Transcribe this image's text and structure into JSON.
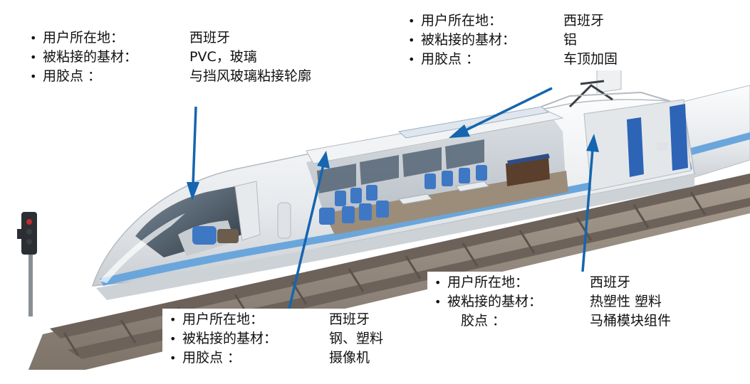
{
  "colors": {
    "arrow": "#1565b0",
    "train_body": "#eceef0",
    "train_stripe": "#6aa6dc",
    "interior_seat": "#3e78c4",
    "floor": "#9b8d7a",
    "track_bed": "#8d8277"
  },
  "callouts": {
    "cockpit": {
      "rows": [
        {
          "bullet": "•",
          "key": "用户所在地：",
          "value": "西班牙"
        },
        {
          "bullet": "•",
          "key": "被粘接的基材：",
          "value": "PVC，玻璃"
        },
        {
          "bullet": "•",
          "key": "用胶点 ：",
          "value": "与挡风玻璃粘接轮廓"
        }
      ]
    },
    "roof": {
      "rows": [
        {
          "bullet": "•",
          "key": "用户所在地：",
          "value": "西班牙"
        },
        {
          "bullet": "•",
          "key": "被粘接的基材：",
          "value": "铝"
        },
        {
          "bullet": "•",
          "key": "用胶点 ：",
          "value": "车顶加固"
        }
      ]
    },
    "toilet": {
      "rows": [
        {
          "bullet": "•",
          "key": "用户所在地：",
          "value": "西班牙"
        },
        {
          "bullet": "•",
          "key": "被粘接的基材：",
          "value": "热塑性 塑料"
        },
        {
          "bullet": "•",
          "key": "用胶点 ：",
          "value": "马桶模块组件"
        }
      ]
    },
    "camera": {
      "rows": [
        {
          "bullet": "•",
          "key": "用户所在地：",
          "value": "西班牙"
        },
        {
          "bullet": "•",
          "key": "被粘接的基材：",
          "value": "钢、塑料"
        },
        {
          "bullet": "•",
          "key": "用胶点 ：",
          "value": "摄像机"
        }
      ]
    }
  }
}
